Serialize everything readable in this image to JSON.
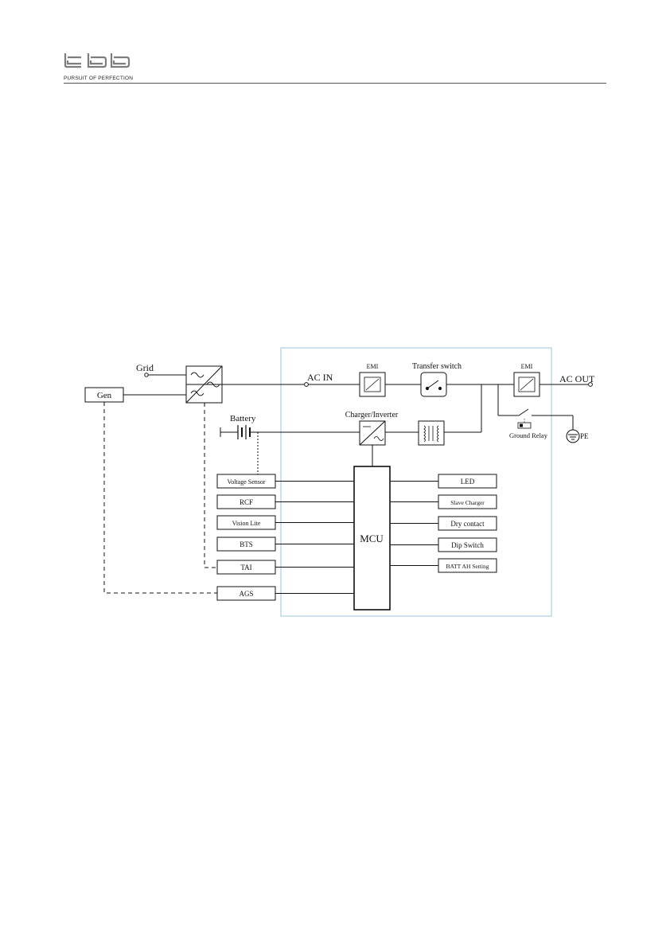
{
  "header": {
    "logo_text": "tbb",
    "tagline": "PURSUIT OF PERFECTION"
  },
  "diagram": {
    "sources": {
      "grid": "Grid",
      "gen": "Gen",
      "battery": "Battery"
    },
    "main": {
      "ac_in": "AC IN",
      "ac_out": "AC OUT",
      "emi_in": "EMI",
      "emi_out": "EMI",
      "transfer_switch": "Transfer switch",
      "charger_inverter": "Charger/Inverter",
      "ground_relay": "Ground Relay",
      "pe": "PE",
      "mcu": "MCU"
    },
    "left_modules": [
      "Voltage Sensor",
      "RCF",
      "Vision Lite",
      "BTS",
      "TAI",
      "AGS"
    ],
    "right_modules": [
      "LED",
      "Slave  Charger",
      "Dry  contact",
      "Dip Switch",
      "BATT AH Setting"
    ],
    "colors": {
      "boundary": "#a9cfe0",
      "line": "#111111"
    }
  }
}
